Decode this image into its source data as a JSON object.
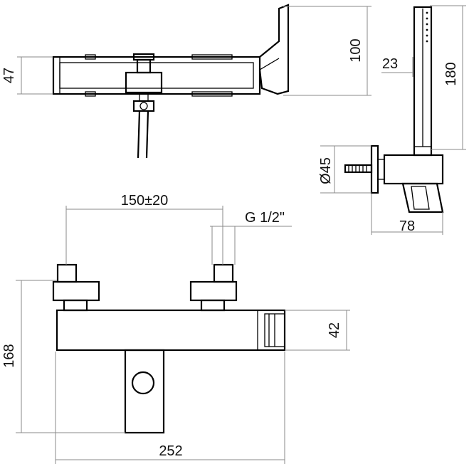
{
  "dimensions": {
    "top_height": "47",
    "spout_height": "100",
    "holder_offset": "23",
    "shower_length": "180",
    "holder_diameter": "Ø45",
    "holder_depth": "78",
    "inlet_centers": "150±20",
    "thread": "G 1/2\"",
    "front_height": "168",
    "body_height": "42",
    "total_width": "252"
  }
}
